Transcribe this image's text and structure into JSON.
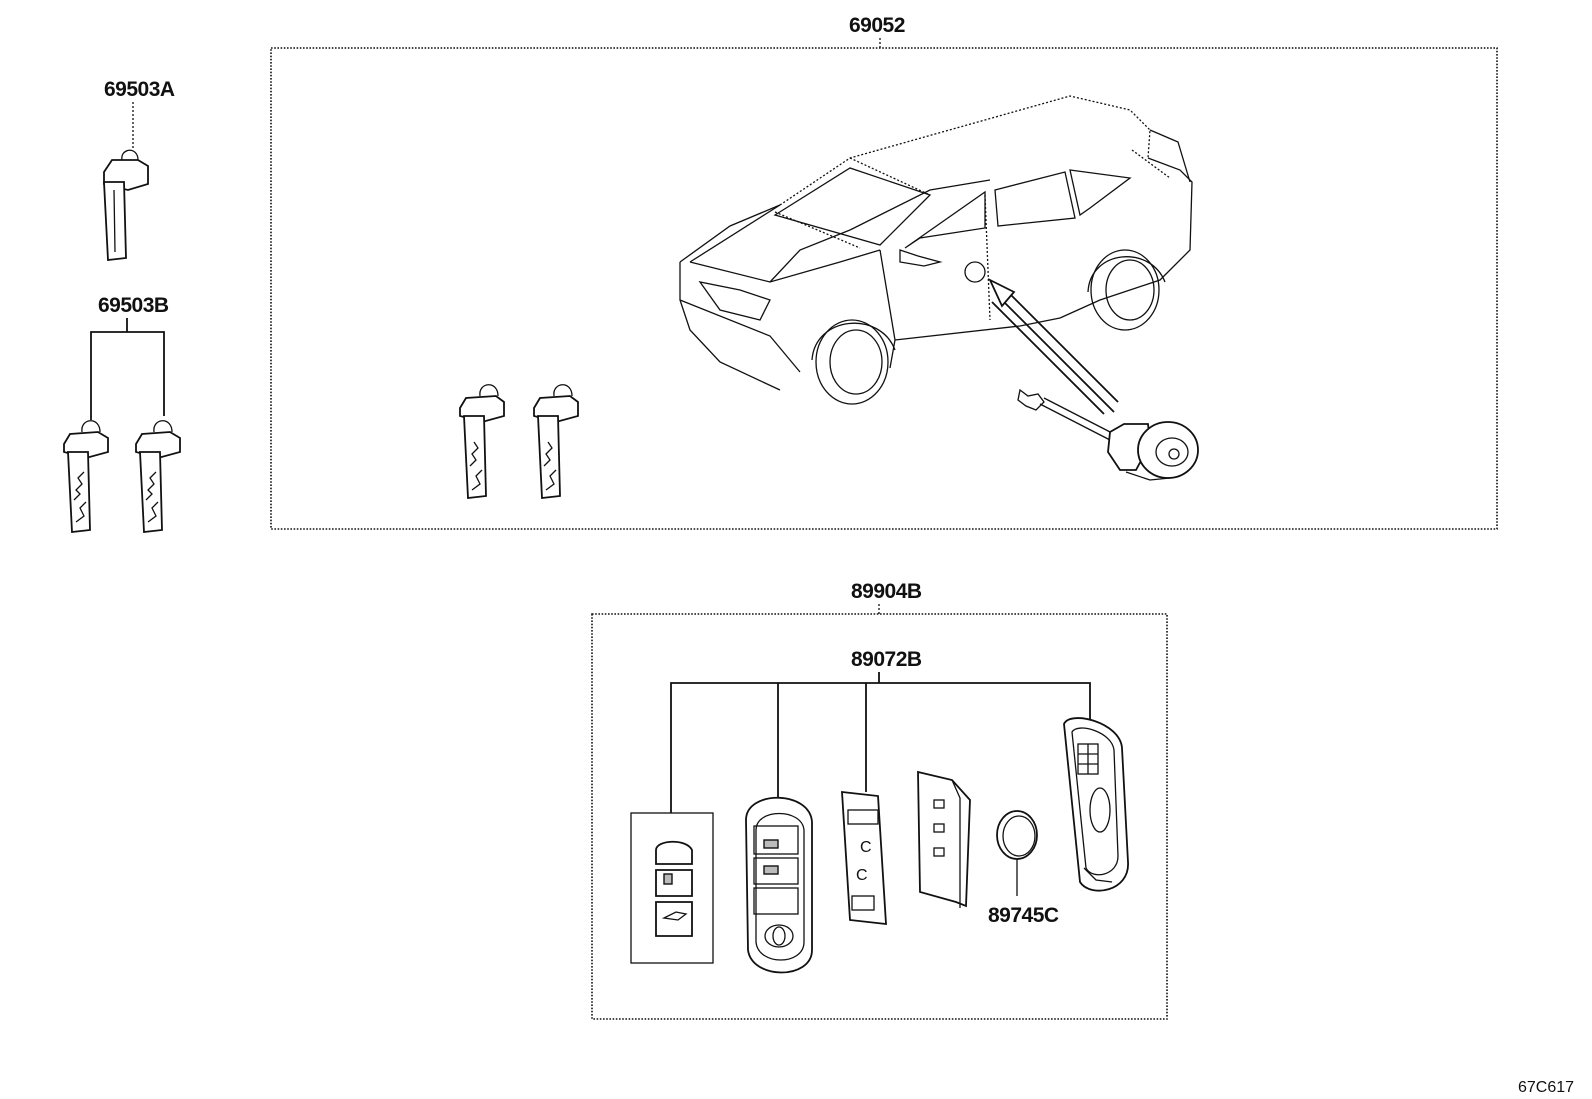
{
  "labels": {
    "car_set": "69052",
    "key_a": "69503A",
    "key_b": "69503B",
    "smart_key_kit": "89904B",
    "transmitter": "89072B",
    "battery": "89745C",
    "diagram_ref": "67C617"
  }
}
